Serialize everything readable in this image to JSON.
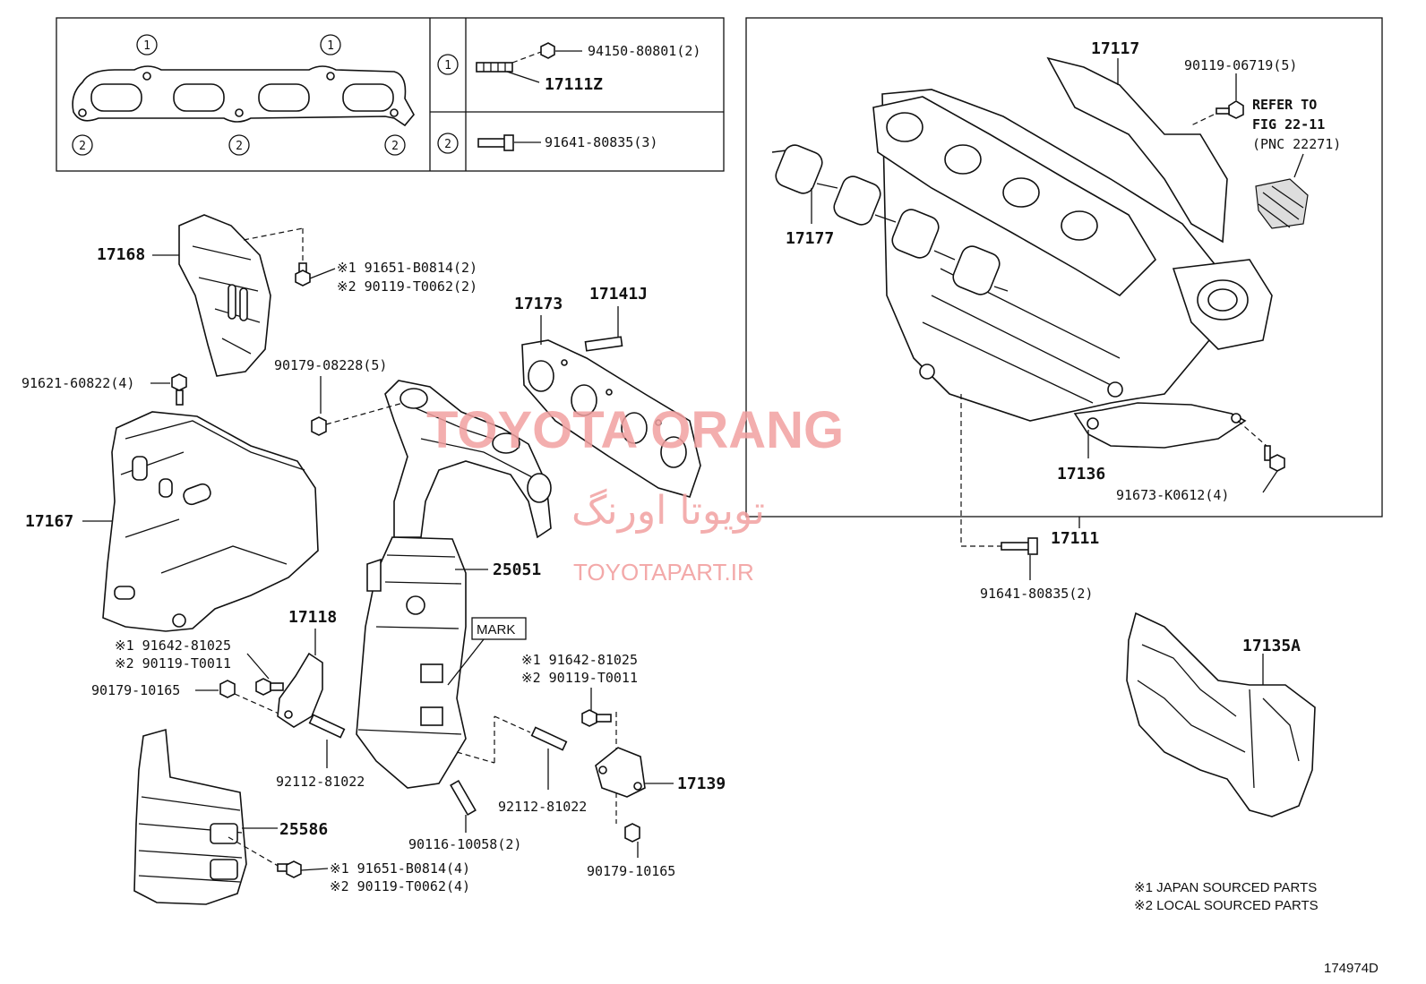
{
  "legend_box": {
    "gasket_markers": [
      "1",
      "1",
      "2",
      "2",
      "2"
    ],
    "row1_marker": "1",
    "row1_nut": "94150-80801(2)",
    "row1_stud": "17111Z",
    "row2_marker": "2",
    "row2_bolt": "91641-80835(3)"
  },
  "manifold_box": {
    "p17117": "17117",
    "p90119_06719": "90119-06719(5)",
    "refer_line1": "REFER TO",
    "refer_line2": "FIG 22-11",
    "refer_line3": "(PNC 22271)",
    "p17177": "17177",
    "p17136": "17136",
    "p91673": "91673-K0612(4)"
  },
  "labels": {
    "p17111": "17111",
    "p91641_2": "91641-80835(2)",
    "p17168": "17168",
    "p17168_b1": "※1 91651-B0814(2)",
    "p17168_b2": "※2 90119-T0062(2)",
    "p91621": "91621-60822(4)",
    "p17173": "17173",
    "p17141j": "17141J",
    "p90179_08228": "90179-08228(5)",
    "p17167": "17167",
    "p25051": "25051",
    "mark": "MARK",
    "p17118": "17118",
    "p17118_b1": "※1 91642-81025",
    "p17118_b2": "※2 90119-T0011",
    "p90179_10165a": "90179-10165",
    "p92112a": "92112-81022",
    "p92112b": "92112-81022",
    "right_b1": "※1 91642-81025",
    "right_b2": "※2 90119-T0011",
    "p17139": "17139",
    "p90179_10165b": "90179-10165",
    "p25586": "25586",
    "p25586_b1": "※1 91651-B0814(4)",
    "p25586_b2": "※2 90119-T0062(4)",
    "p90116": "90116-10058(2)",
    "p17135a": "17135A"
  },
  "footnotes": {
    "note1": "※1 JAPAN SOURCED PARTS",
    "note2": "※2 LOCAL SOURCED PARTS",
    "code": "174974D"
  },
  "watermark": {
    "brand": "TOYOTA ORANG",
    "persian": "تویوتا اورنگ",
    "site": "TOYOTAPART.IR",
    "color": "#f2a0a0"
  }
}
